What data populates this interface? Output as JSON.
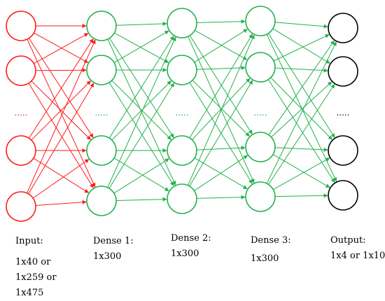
{
  "colors": {
    "input": "#ff1a1a",
    "hidden": "#22b14c",
    "output": "#000000"
  },
  "ellipsis": ".....",
  "layers": [
    {
      "id": "input",
      "label": "Input:",
      "size_lines": [
        "1x40 or",
        "1x259 or",
        "1x475"
      ],
      "color_key": "input"
    },
    {
      "id": "dense1",
      "label": "Dense 1:",
      "size_lines": [
        "1x300"
      ],
      "color_key": "hidden"
    },
    {
      "id": "dense2",
      "label": "Dense 2:",
      "size_lines": [
        "1x300"
      ],
      "color_key": "hidden"
    },
    {
      "id": "dense3",
      "label": "Dense 3:",
      "size_lines": [
        "1x300"
      ],
      "color_key": "hidden"
    },
    {
      "id": "output",
      "label": "Output:",
      "size_lines": [
        "1x4 or 1x10"
      ],
      "color_key": "output"
    }
  ]
}
